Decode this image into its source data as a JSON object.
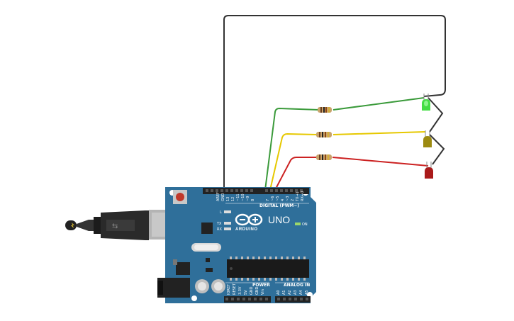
{
  "board": {
    "logo_text": "UNO",
    "brand_text": "ARDUINO",
    "digital_label": "DIGITAL (PWM~)",
    "power_label": "POWER",
    "analog_label": "ANALOG IN",
    "on_label": "ON",
    "led_labels": {
      "l": "L",
      "tx": "TX",
      "rx": "RX"
    },
    "top_pin_labels": [
      "AREF",
      "GND",
      "13",
      "12",
      "~11",
      "~10",
      "~9",
      "8",
      "7",
      "~6",
      "~5",
      "4",
      "~3",
      "2",
      "TX→1",
      "RX←0"
    ],
    "power_pin_labels": [
      "IOREF",
      "RESET",
      "3.3V",
      "5V",
      "GND",
      "GND",
      "Vin"
    ],
    "analog_pin_labels": [
      "A0",
      "A1",
      "A2",
      "A3",
      "A4",
      "A5"
    ]
  },
  "colors": {
    "board": "#2f6f9a",
    "wire_black": "#333333",
    "wire_green": "#3a9a3a",
    "wire_yellow": "#e6c800",
    "wire_red": "#cc2222",
    "led_green": "#44dd44",
    "led_yellow": "#9c8a10",
    "led_red": "#aa1a1a"
  }
}
